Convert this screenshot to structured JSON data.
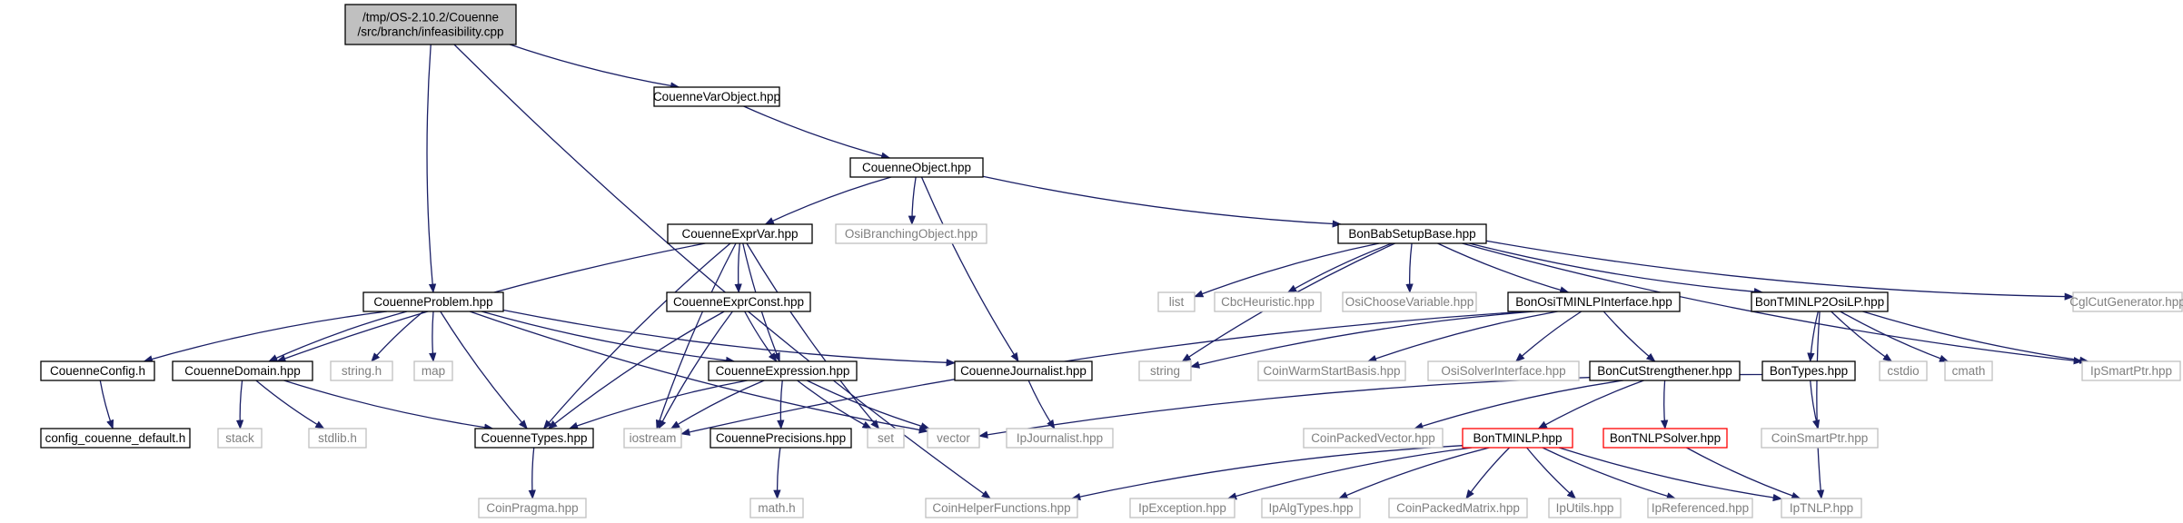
{
  "colors": {
    "edge": "#1a1f66",
    "root_fill": "#c0c0c0",
    "box_border": "#000000",
    "missing_border": "#c0c0c0",
    "missing_text": "#7f7f7f",
    "red_border": "#ff0000"
  },
  "graph": {
    "nodes": [
      {
        "id": "root",
        "lines": [
          "/tmp/OS-2.10.2/Couenne",
          "/src/branch/infeasibility.cpp"
        ],
        "style": "root"
      },
      {
        "id": "varobject",
        "lines": [
          "CouenneVarObject.hpp"
        ],
        "style": "box"
      },
      {
        "id": "object",
        "lines": [
          "CouenneObject.hpp"
        ],
        "style": "box"
      },
      {
        "id": "exprvar",
        "lines": [
          "CouenneExprVar.hpp"
        ],
        "style": "box"
      },
      {
        "id": "osibranching",
        "lines": [
          "OsiBranchingObject.hpp"
        ],
        "style": "missing"
      },
      {
        "id": "babsetup",
        "lines": [
          "BonBabSetupBase.hpp"
        ],
        "style": "box"
      },
      {
        "id": "problem",
        "lines": [
          "CouenneProblem.hpp"
        ],
        "style": "box"
      },
      {
        "id": "exprconst",
        "lines": [
          "CouenneExprConst.hpp"
        ],
        "style": "box"
      },
      {
        "id": "list",
        "lines": [
          "list"
        ],
        "style": "missing"
      },
      {
        "id": "cbcheur",
        "lines": [
          "CbcHeuristic.hpp"
        ],
        "style": "missing"
      },
      {
        "id": "osichoose",
        "lines": [
          "OsiChooseVariable.hpp"
        ],
        "style": "missing"
      },
      {
        "id": "ositminlp",
        "lines": [
          "BonOsiTMINLPInterface.hpp"
        ],
        "style": "box"
      },
      {
        "id": "tminlp2osilp",
        "lines": [
          "BonTMINLP2OsiLP.hpp"
        ],
        "style": "box"
      },
      {
        "id": "cglcut",
        "lines": [
          "CglCutGenerator.hpp"
        ],
        "style": "missing"
      },
      {
        "id": "config",
        "lines": [
          "CouenneConfig.h"
        ],
        "style": "box"
      },
      {
        "id": "domain",
        "lines": [
          "CouenneDomain.hpp"
        ],
        "style": "box"
      },
      {
        "id": "stringh",
        "lines": [
          "string.h"
        ],
        "style": "missing"
      },
      {
        "id": "map",
        "lines": [
          "map"
        ],
        "style": "missing"
      },
      {
        "id": "expression",
        "lines": [
          "CouenneExpression.hpp"
        ],
        "style": "box"
      },
      {
        "id": "journalist",
        "lines": [
          "CouenneJournalist.hpp"
        ],
        "style": "box"
      },
      {
        "id": "string",
        "lines": [
          "string"
        ],
        "style": "missing"
      },
      {
        "id": "coinwarm",
        "lines": [
          "CoinWarmStartBasis.hpp"
        ],
        "style": "missing"
      },
      {
        "id": "osisolver",
        "lines": [
          "OsiSolverInterface.hpp"
        ],
        "style": "missing"
      },
      {
        "id": "cutstrength",
        "lines": [
          "BonCutStrengthener.hpp"
        ],
        "style": "box"
      },
      {
        "id": "bontypes",
        "lines": [
          "BonTypes.hpp"
        ],
        "style": "box"
      },
      {
        "id": "cstdio",
        "lines": [
          "cstdio"
        ],
        "style": "missing"
      },
      {
        "id": "cmath",
        "lines": [
          "cmath"
        ],
        "style": "missing"
      },
      {
        "id": "ipsmartptr",
        "lines": [
          "IpSmartPtr.hpp"
        ],
        "style": "missing"
      },
      {
        "id": "configdef",
        "lines": [
          "config_couenne_default.h"
        ],
        "style": "box"
      },
      {
        "id": "stack",
        "lines": [
          "stack"
        ],
        "style": "missing"
      },
      {
        "id": "stdlib",
        "lines": [
          "stdlib.h"
        ],
        "style": "missing"
      },
      {
        "id": "types",
        "lines": [
          "CouenneTypes.hpp"
        ],
        "style": "box"
      },
      {
        "id": "iostream",
        "lines": [
          "iostream"
        ],
        "style": "missing"
      },
      {
        "id": "precisions",
        "lines": [
          "CouennePrecisions.hpp"
        ],
        "style": "box"
      },
      {
        "id": "set",
        "lines": [
          "set"
        ],
        "style": "missing"
      },
      {
        "id": "vector",
        "lines": [
          "vector"
        ],
        "style": "missing"
      },
      {
        "id": "ipjournalist",
        "lines": [
          "IpJournalist.hpp"
        ],
        "style": "missing"
      },
      {
        "id": "coinpackedvec",
        "lines": [
          "CoinPackedVector.hpp"
        ],
        "style": "missing"
      },
      {
        "id": "bontminlp",
        "lines": [
          "BonTMINLP.hpp"
        ],
        "style": "red"
      },
      {
        "id": "tnlpsolver",
        "lines": [
          "BonTNLPSolver.hpp"
        ],
        "style": "red"
      },
      {
        "id": "coinsmartptr",
        "lines": [
          "CoinSmartPtr.hpp"
        ],
        "style": "missing"
      },
      {
        "id": "coinpragma",
        "lines": [
          "CoinPragma.hpp"
        ],
        "style": "missing"
      },
      {
        "id": "mathh",
        "lines": [
          "math.h"
        ],
        "style": "missing"
      },
      {
        "id": "coinhelper",
        "lines": [
          "CoinHelperFunctions.hpp"
        ],
        "style": "missing"
      },
      {
        "id": "ipexception",
        "lines": [
          "IpException.hpp"
        ],
        "style": "missing"
      },
      {
        "id": "ipalgtypes",
        "lines": [
          "IpAlgTypes.hpp"
        ],
        "style": "missing"
      },
      {
        "id": "coinpackedmat",
        "lines": [
          "CoinPackedMatrix.hpp"
        ],
        "style": "missing"
      },
      {
        "id": "iputils",
        "lines": [
          "IpUtils.hpp"
        ],
        "style": "missing"
      },
      {
        "id": "ipreferenced",
        "lines": [
          "IpReferenced.hpp"
        ],
        "style": "missing"
      },
      {
        "id": "iptnlp",
        "lines": [
          "IpTNLP.hpp"
        ],
        "style": "missing"
      }
    ],
    "edges": [
      [
        "root",
        "varobject"
      ],
      [
        "root",
        "problem"
      ],
      [
        "root",
        "coinhelper"
      ],
      [
        "varobject",
        "object"
      ],
      [
        "object",
        "exprvar"
      ],
      [
        "object",
        "osibranching"
      ],
      [
        "object",
        "babsetup"
      ],
      [
        "object",
        "journalist"
      ],
      [
        "exprvar",
        "exprconst"
      ],
      [
        "exprvar",
        "domain"
      ],
      [
        "exprvar",
        "types"
      ],
      [
        "exprvar",
        "iostream"
      ],
      [
        "exprvar",
        "expression"
      ],
      [
        "exprvar",
        "set"
      ],
      [
        "problem",
        "config"
      ],
      [
        "problem",
        "domain"
      ],
      [
        "problem",
        "stringh"
      ],
      [
        "problem",
        "map"
      ],
      [
        "problem",
        "expression"
      ],
      [
        "problem",
        "journalist"
      ],
      [
        "problem",
        "types"
      ],
      [
        "problem",
        "vector"
      ],
      [
        "exprconst",
        "expression"
      ],
      [
        "exprconst",
        "types"
      ],
      [
        "exprconst",
        "iostream"
      ],
      [
        "babsetup",
        "list"
      ],
      [
        "babsetup",
        "cbcheur"
      ],
      [
        "babsetup",
        "osichoose"
      ],
      [
        "babsetup",
        "ositminlp"
      ],
      [
        "babsetup",
        "tminlp2osilp"
      ],
      [
        "babsetup",
        "cglcut"
      ],
      [
        "babsetup",
        "string"
      ],
      [
        "babsetup",
        "ipsmartptr"
      ],
      [
        "ositminlp",
        "string"
      ],
      [
        "ositminlp",
        "coinwarm"
      ],
      [
        "ositminlp",
        "osisolver"
      ],
      [
        "ositminlp",
        "cutstrength"
      ],
      [
        "ositminlp",
        "iostream"
      ],
      [
        "tminlp2osilp",
        "bontypes"
      ],
      [
        "tminlp2osilp",
        "cstdio"
      ],
      [
        "tminlp2osilp",
        "cmath"
      ],
      [
        "tminlp2osilp",
        "ipsmartptr"
      ],
      [
        "tminlp2osilp",
        "iptnlp"
      ],
      [
        "config",
        "configdef"
      ],
      [
        "domain",
        "stack"
      ],
      [
        "domain",
        "stdlib"
      ],
      [
        "domain",
        "types"
      ],
      [
        "expression",
        "types"
      ],
      [
        "expression",
        "iostream"
      ],
      [
        "expression",
        "precisions"
      ],
      [
        "expression",
        "set"
      ],
      [
        "expression",
        "vector"
      ],
      [
        "journalist",
        "ipjournalist"
      ],
      [
        "cutstrength",
        "coinpackedvec"
      ],
      [
        "cutstrength",
        "bontminlp"
      ],
      [
        "cutstrength",
        "tnlpsolver"
      ],
      [
        "bontypes",
        "vector"
      ],
      [
        "bontypes",
        "coinsmartptr"
      ],
      [
        "types",
        "coinpragma"
      ],
      [
        "precisions",
        "mathh"
      ],
      [
        "bontminlp",
        "coinhelper"
      ],
      [
        "bontminlp",
        "ipexception"
      ],
      [
        "bontminlp",
        "ipalgtypes"
      ],
      [
        "bontminlp",
        "coinpackedmat"
      ],
      [
        "bontminlp",
        "iputils"
      ],
      [
        "bontminlp",
        "ipreferenced"
      ],
      [
        "bontminlp",
        "iptnlp"
      ],
      [
        "tnlpsolver",
        "iptnlp"
      ]
    ]
  }
}
